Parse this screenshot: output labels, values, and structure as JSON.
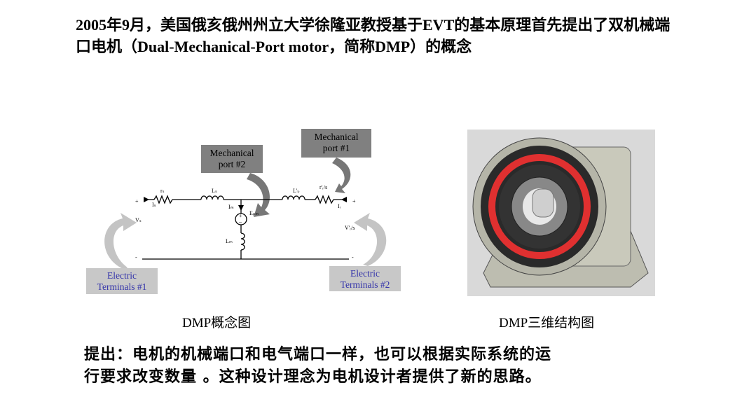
{
  "title": "2005年9月，美国俄亥俄州州立大学徐隆亚教授基于EVT的基本原理首先提出了双机械端口电机（Dual-Mechanical-Port motor，简称DMP）的概念",
  "circuit": {
    "mech_port_2": [
      "Mechanical",
      "port #2"
    ],
    "mech_port_1": [
      "Mechanical",
      "port #1"
    ],
    "elec_term_1": [
      "Electric",
      "Terminals #1"
    ],
    "elec_term_2": [
      "Electric",
      "Terminals #2"
    ],
    "labels": {
      "rs": "rₛ",
      "Ls": "Lₛ",
      "Is": "Iₛ",
      "Im": "Iₘ",
      "Epm": "Eₚₘ",
      "Lm": "Lₘ",
      "Llr": "L'ₗᵣ",
      "rr": "r'ᵣ/s",
      "Ir": "Iᵣ",
      "Vs": "Vₛ",
      "Vr": "V'ᵣ/s",
      "plus": "+",
      "minus": "-"
    }
  },
  "captions": {
    "left": "DMP概念图",
    "right": "DMP三维结构图"
  },
  "bottom_text": [
    "提出：电机的机械端口和电气端口一样，也可以根据实际系统的运",
    "行要求改变数量 。这种设计理念为电机设计者提供了新的思路。"
  ]
}
